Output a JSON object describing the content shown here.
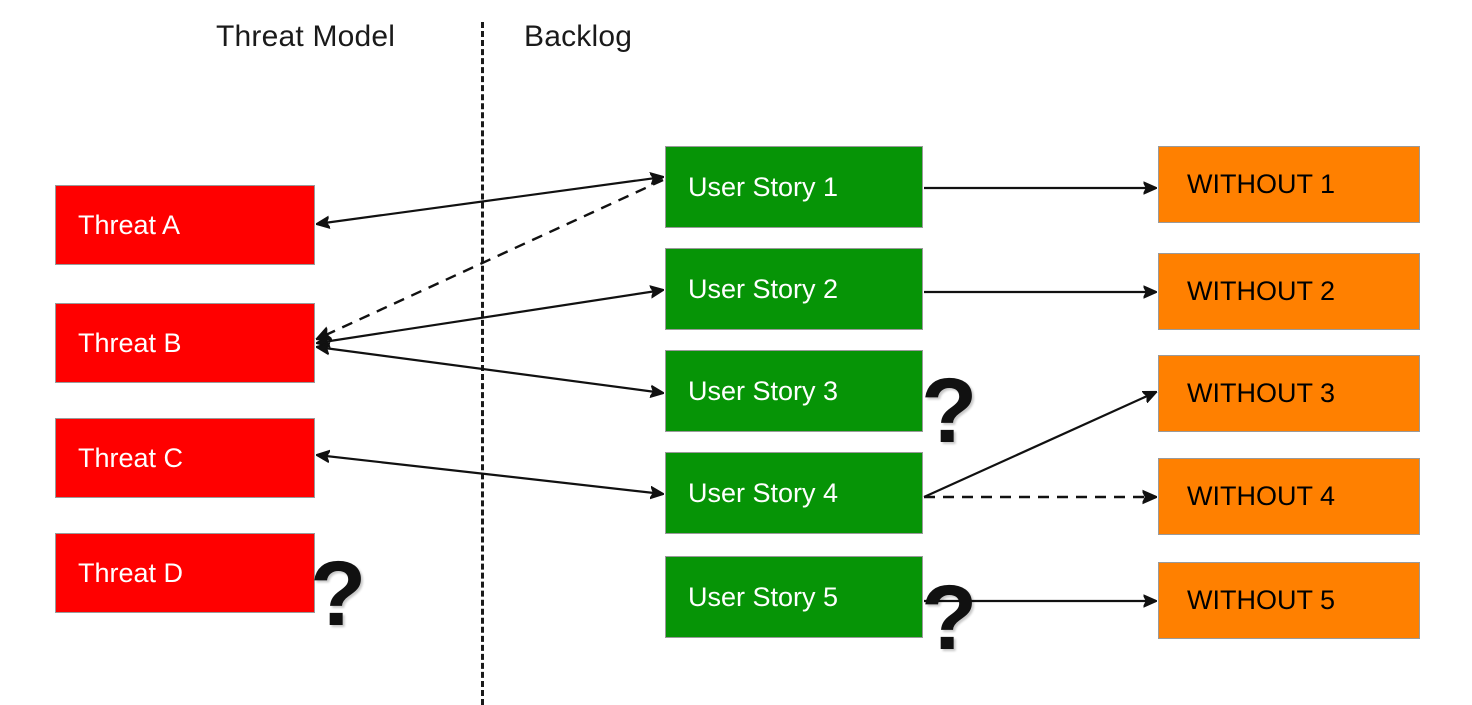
{
  "headers": {
    "left": "Threat Model",
    "right": "Backlog"
  },
  "colors": {
    "threat_fill": "#FF0000",
    "threat_text": "#FFFFFF",
    "story_fill": "#069406",
    "story_text": "#FFFFFF",
    "without_fill": "#FF8000",
    "without_text": "#000000",
    "line": "#111111",
    "divider": "#1A1A1A",
    "background": "#FFFFFF"
  },
  "threats": [
    {
      "label": "Threat A"
    },
    {
      "label": "Threat B"
    },
    {
      "label": "Threat C"
    },
    {
      "label": "Threat D"
    }
  ],
  "stories": [
    {
      "label": "User Story 1"
    },
    {
      "label": "User Story 2"
    },
    {
      "label": "User Story 3"
    },
    {
      "label": "User Story 4"
    },
    {
      "label": "User Story 5"
    }
  ],
  "withouts": [
    {
      "label": "WITHOUT 1"
    },
    {
      "label": "WITHOUT 2"
    },
    {
      "label": "WITHOUT 3"
    },
    {
      "label": "WITHOUT 4"
    },
    {
      "label": "WITHOUT 5"
    }
  ],
  "question_marks": [
    {
      "near": "Threat D",
      "glyph": "?"
    },
    {
      "near": "User Story 3",
      "glyph": "?"
    },
    {
      "near": "User Story 4",
      "glyph": "?"
    },
    {
      "near": "User Story 5",
      "glyph": "?"
    }
  ],
  "connections": [
    {
      "from": "User Story 1",
      "to": "Threat A",
      "style": "solid",
      "arrows": "both"
    },
    {
      "from": "User Story 1",
      "to": "Threat B",
      "style": "dashed",
      "arrows": "end"
    },
    {
      "from": "Threat B",
      "to": "User Story 2",
      "style": "solid",
      "arrows": "both"
    },
    {
      "from": "Threat B",
      "to": "User Story 3",
      "style": "solid",
      "arrows": "both"
    },
    {
      "from": "User Story 4",
      "to": "Threat C",
      "style": "solid",
      "arrows": "both"
    },
    {
      "from": "User Story 1",
      "to": "WITHOUT 1",
      "style": "solid",
      "arrows": "end"
    },
    {
      "from": "User Story 2",
      "to": "WITHOUT 2",
      "style": "solid",
      "arrows": "end"
    },
    {
      "from": "User Story 4",
      "to": "WITHOUT 3",
      "style": "solid",
      "arrows": "end"
    },
    {
      "from": "User Story 4",
      "to": "WITHOUT 4",
      "style": "dashed",
      "arrows": "end"
    },
    {
      "from": "User Story 5",
      "to": "WITHOUT 5",
      "style": "solid",
      "arrows": "end"
    }
  ]
}
